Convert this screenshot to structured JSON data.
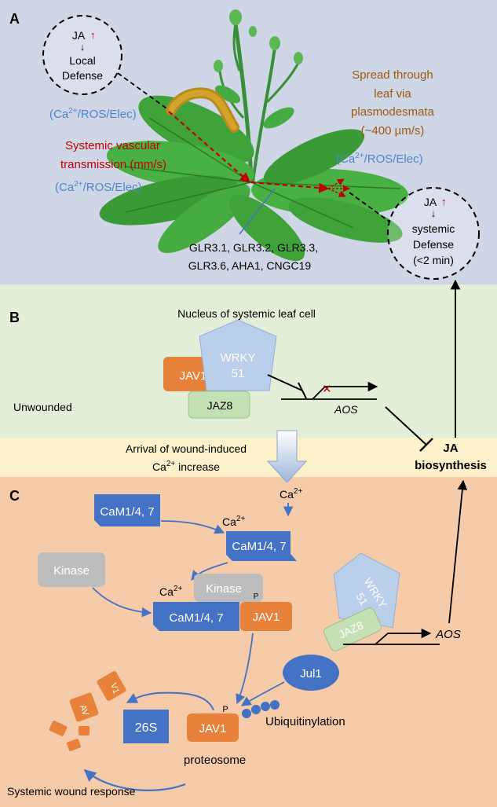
{
  "panels": {
    "a": {
      "letter": "A",
      "bg": "#cfd6e6"
    },
    "b": {
      "letter": "B",
      "bg": "#e3efd9",
      "title": "Nucleus of systemic leaf cell",
      "state": "Unwounded"
    },
    "band": {
      "bg": "#fdf1cc",
      "line1": "Arrival of wound-induced",
      "line2_pre": "Ca",
      "line2_sup": "2+",
      "line2_post": " increase"
    },
    "c": {
      "letter": "C",
      "bg": "#f6cbaa",
      "footer": "Systemic wound response"
    }
  },
  "panel_a": {
    "local_circle": {
      "line1": "JA",
      "line2": "Local",
      "line3": "Defense"
    },
    "systemic_circle": {
      "line1": "JA",
      "line2": "systemic",
      "line3": "Defense",
      "line4": "(<2 min)"
    },
    "signal_label": {
      "pre": "(Ca",
      "sup": "2+",
      "post": "/ROS/Elec)"
    },
    "spread": {
      "line1": "Spread through",
      "line2": "leaf via",
      "line3": "plasmodesmata",
      "line4": "(~400 µm/s)"
    },
    "vascular": {
      "line1": "Systemic vascular",
      "line2": "transmission (mm/s)"
    },
    "genes": {
      "line1": "GLR3.1, GLR3.2, GLR3.3,",
      "line2": "GLR3.6, AHA1, CNGC19"
    }
  },
  "panel_b": {
    "jav1": "JAV1",
    "wrky": "WRKY",
    "wrky_num": "51",
    "jaz8": "JAZ8",
    "gene": "AOS"
  },
  "ja_biosynthesis": {
    "line1": "JA",
    "line2": "biosynthesis"
  },
  "panel_c": {
    "ca": "Ca",
    "ca_sup": "2+",
    "cam": "CaM1/4, 7",
    "kinase": "Kinase",
    "kinase_p": "P",
    "jav1": "JAV1",
    "wrky": "WRKY",
    "wrky_num": "51",
    "jaz8": "JAZ8",
    "gene": "AOS",
    "jul1": "Jul1",
    "p": "P",
    "ubiquitin": "Ubiquitinylation",
    "proteasome_26s": "26S",
    "proteasome_label": "proteosome",
    "fragment_a": "AV",
    "fragment_b": "V1"
  },
  "colors": {
    "orange": "#e8823a",
    "blue": "#4472c4",
    "gray": "#bdbdbd",
    "light_blue": "#b9cfea",
    "light_green": "#c5e0b4",
    "red": "#c00000",
    "brown": "#9c5a12",
    "label_blue": "#4f86cf",
    "leaf": "#3fa33a",
    "dark_leaf": "#2a7a25"
  },
  "icons": {
    "up_arrow": "red-up-arrow-icon",
    "down_arrow": "down-arrow-icon"
  }
}
